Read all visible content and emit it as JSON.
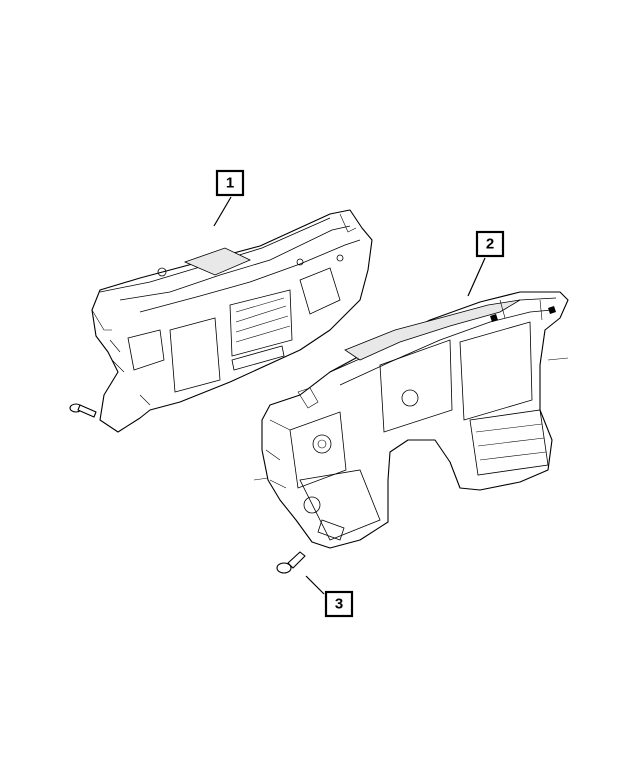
{
  "callouts": [
    {
      "label": "1"
    },
    {
      "label": "2"
    },
    {
      "label": "3"
    }
  ],
  "parts": [
    {
      "name": "dash-panel-silencer-upper"
    },
    {
      "name": "dash-panel-silencer-lower"
    },
    {
      "name": "push-pin-fastener"
    }
  ],
  "colors": {
    "line": "#000000",
    "background": "#ffffff",
    "shade": "#e8e8e8"
  }
}
